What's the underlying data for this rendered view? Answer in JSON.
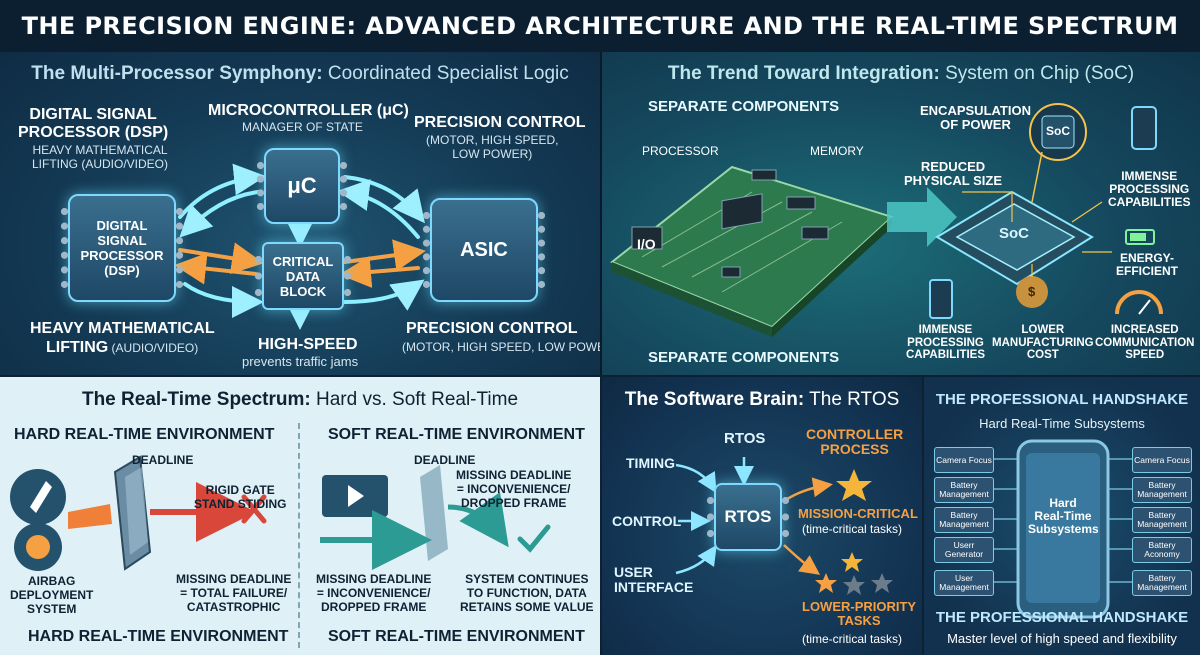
{
  "title": "THE PRECISION ENGINE: ADVANCED ARCHITECTURE AND THE REAL-TIME SPECTRUM",
  "colors": {
    "bg": "#0c1f30",
    "glow": "#6fe4ff",
    "orange": "#f5a043",
    "red": "#c0281c",
    "teal": "#1d8a84",
    "light_panel": "#dff0f6"
  },
  "panel1": {
    "title_bold": "The Multi-Processor Symphony:",
    "title_rest": " Coordinated Specialist Logic",
    "dsp_label": "DIGITAL SIGNAL\nPROCESSOR (DSP)",
    "dsp_sub": "HEAVY MATHEMATICAL\nLIFTING (AUDIO/VIDEO)",
    "mcu_label": "MICROCONTROLLER (μC)",
    "mcu_sub": "MANAGER OF STATE",
    "prec_label": "PRECISION CONTROL",
    "prec_sub": "(MOTOR, HIGH SPEED,\nLOW POWER)",
    "dsp_chip": "DIGITAL\nSIGNAL\nPROCESSOR\n(DSP)",
    "mcu_chip": "μC",
    "asic_chip": "ASIC",
    "data_block": "CRITICAL\nDATA\nBLOCK",
    "bottom_left": "HEAVY MATHEMATICAL",
    "bottom_left2": "LIFTING",
    "bottom_left2_sub": " (AUDIO/VIDEO)",
    "high_speed": "HIGH-SPEED",
    "high_speed_sub": "prevents traffic jams",
    "bottom_right": "PRECISION CONTROL",
    "bottom_right_sub": "(MOTOR, HIGH SPEED, LOW POWER)"
  },
  "panel2": {
    "title_bold": "The Trend Toward Integration:",
    "title_rest": " System on Chip (SoC)",
    "separate_top": "SEPARATE COMPONENTS",
    "processor": "PROCESSOR",
    "memory": "MEMORY",
    "io": "I/O",
    "separate_bottom": "SEPARATE COMPONENTS",
    "encapsulation": "ENCAPSULATION\nOF POWER",
    "soc_bubble": "SoC",
    "soc_chip": "SoC",
    "reduced": "REDUCED\nPHYSICAL SIZE",
    "immense_right": "IMMENSE\nPROCESSING\nCAPABILITIES",
    "energy": "ENERGY-\nEFFICIENT",
    "immense_bottom": "IMMENSE\nPROCESSING\nCAPABILITIES",
    "lower_cost": "LOWER\nMANUFACTURING\nCOST",
    "increased": "INCREASED\nCOMMUNICATION\nSPEED",
    "money_icon": "$"
  },
  "panel3": {
    "title_bold": "The Real-Time Spectrum:",
    "title_rest": " Hard vs. Soft Real-Time",
    "hard_header": "HARD REAL-TIME ENVIRONMENT",
    "soft_header": "SOFT REAL-TIME ENVIRONMENT",
    "deadline_left": "DEADLINE",
    "deadline_right": "DEADLINE",
    "rigid_gate": "RIGID GATE\nSTAND STIDING",
    "airbag": "AIRBAG\nDEPLOYMENT\nSYSTEM",
    "missing_hard": "MISSING DEADLINE\n= TOTAL FAILURE/\nCATASTROPHIC",
    "missing_soft_left": "MISSING DEADLINE\n= INCONVENIENCE/\nDROPPED FRAME",
    "missing_soft_right": "MISSING DEADLINE\n= INCONVENIENCE/\nDROPPED FRAME",
    "system_continues": "SYSTEM CONTINUES\nTO FUNCTION, DATA\nRETAINS SOME VALUE",
    "hard_footer": "HARD REAL-TIME ENVIRONMENT",
    "soft_footer": "SOFT REAL-TIME ENVIRONMENT"
  },
  "panel4": {
    "title_bold": "The Software Brain:",
    "title_rest": " The RTOS",
    "rtos_top": "RTOS",
    "timing": "TIMING",
    "control": "CONTROL",
    "user_interface": "USER\nINTERFACE",
    "rtos_chip": "RTOS",
    "controller_process": "CONTROLLER\nPROCESS",
    "mission_critical": "MISSION-CRITICAL",
    "mission_sub": "(time-critical tasks)",
    "lower_priority": "LOWER-PRIORITY\nTASKS",
    "lower_sub": "(time-critical tasks)"
  },
  "panel5": {
    "title": "THE PROFESSIONAL HANDSHAKE",
    "subtitle": "Hard Real-Time Subsystems",
    "phone_label": "Hard\nReal-Time\nSubsystems",
    "left_boxes": [
      "Camera Focus",
      "Battery\nManagement",
      "Battery\nManagement",
      "Userr\nGenerator",
      "User\nManagement"
    ],
    "right_boxes": [
      "Camera Focus",
      "Battery\nManagement",
      "Battery\nManagement",
      "Battery\nAconomy",
      "Battery\nManagement"
    ],
    "footer_title": "THE PROFESSIONAL HANDSHAKE",
    "footer_sub": "Master level of high speed and flexibility"
  }
}
